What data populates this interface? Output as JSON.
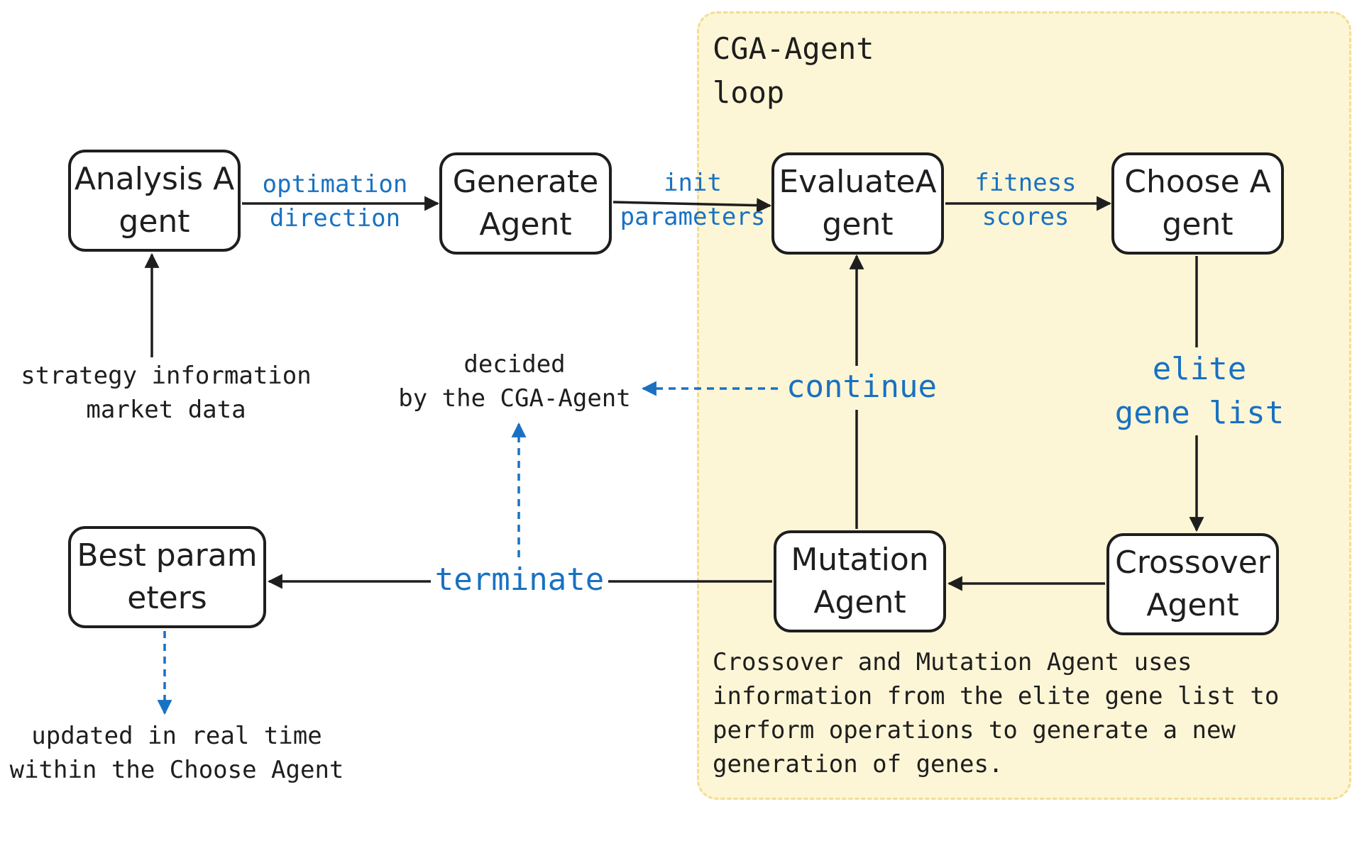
{
  "loop": {
    "title": "CGA-Agent\nloop",
    "fill": "#fdf6d6",
    "border": "#f3dd92"
  },
  "nodes": {
    "analysis": "Analysis Agent",
    "generate": "Generate Agent",
    "evaluate": "EvaluateAgent",
    "choose": "Choose Agent",
    "crossover": "Crossover Agent",
    "mutation": "Mutation Agent",
    "best": "Best parameters"
  },
  "edge_labels": {
    "optimation": "optimation\ndirection",
    "init": "init\nparameters",
    "fitness": "fitness\nscores",
    "elite": "elite\ngene list",
    "continue": "continue",
    "terminate": "terminate"
  },
  "notes": {
    "strategy": "strategy information\nmarket data",
    "decided": "decided\nby the CGA-Agent",
    "updated": "updated in real time\nwithin the Choose Agent",
    "crossover_note": "Crossover and Mutation Agent uses\ninformation from the elite gene list to\nperform operations to generate a new\ngeneration of genes."
  },
  "colors": {
    "stroke": "#1e1e1e",
    "accent": "#1971c2"
  }
}
